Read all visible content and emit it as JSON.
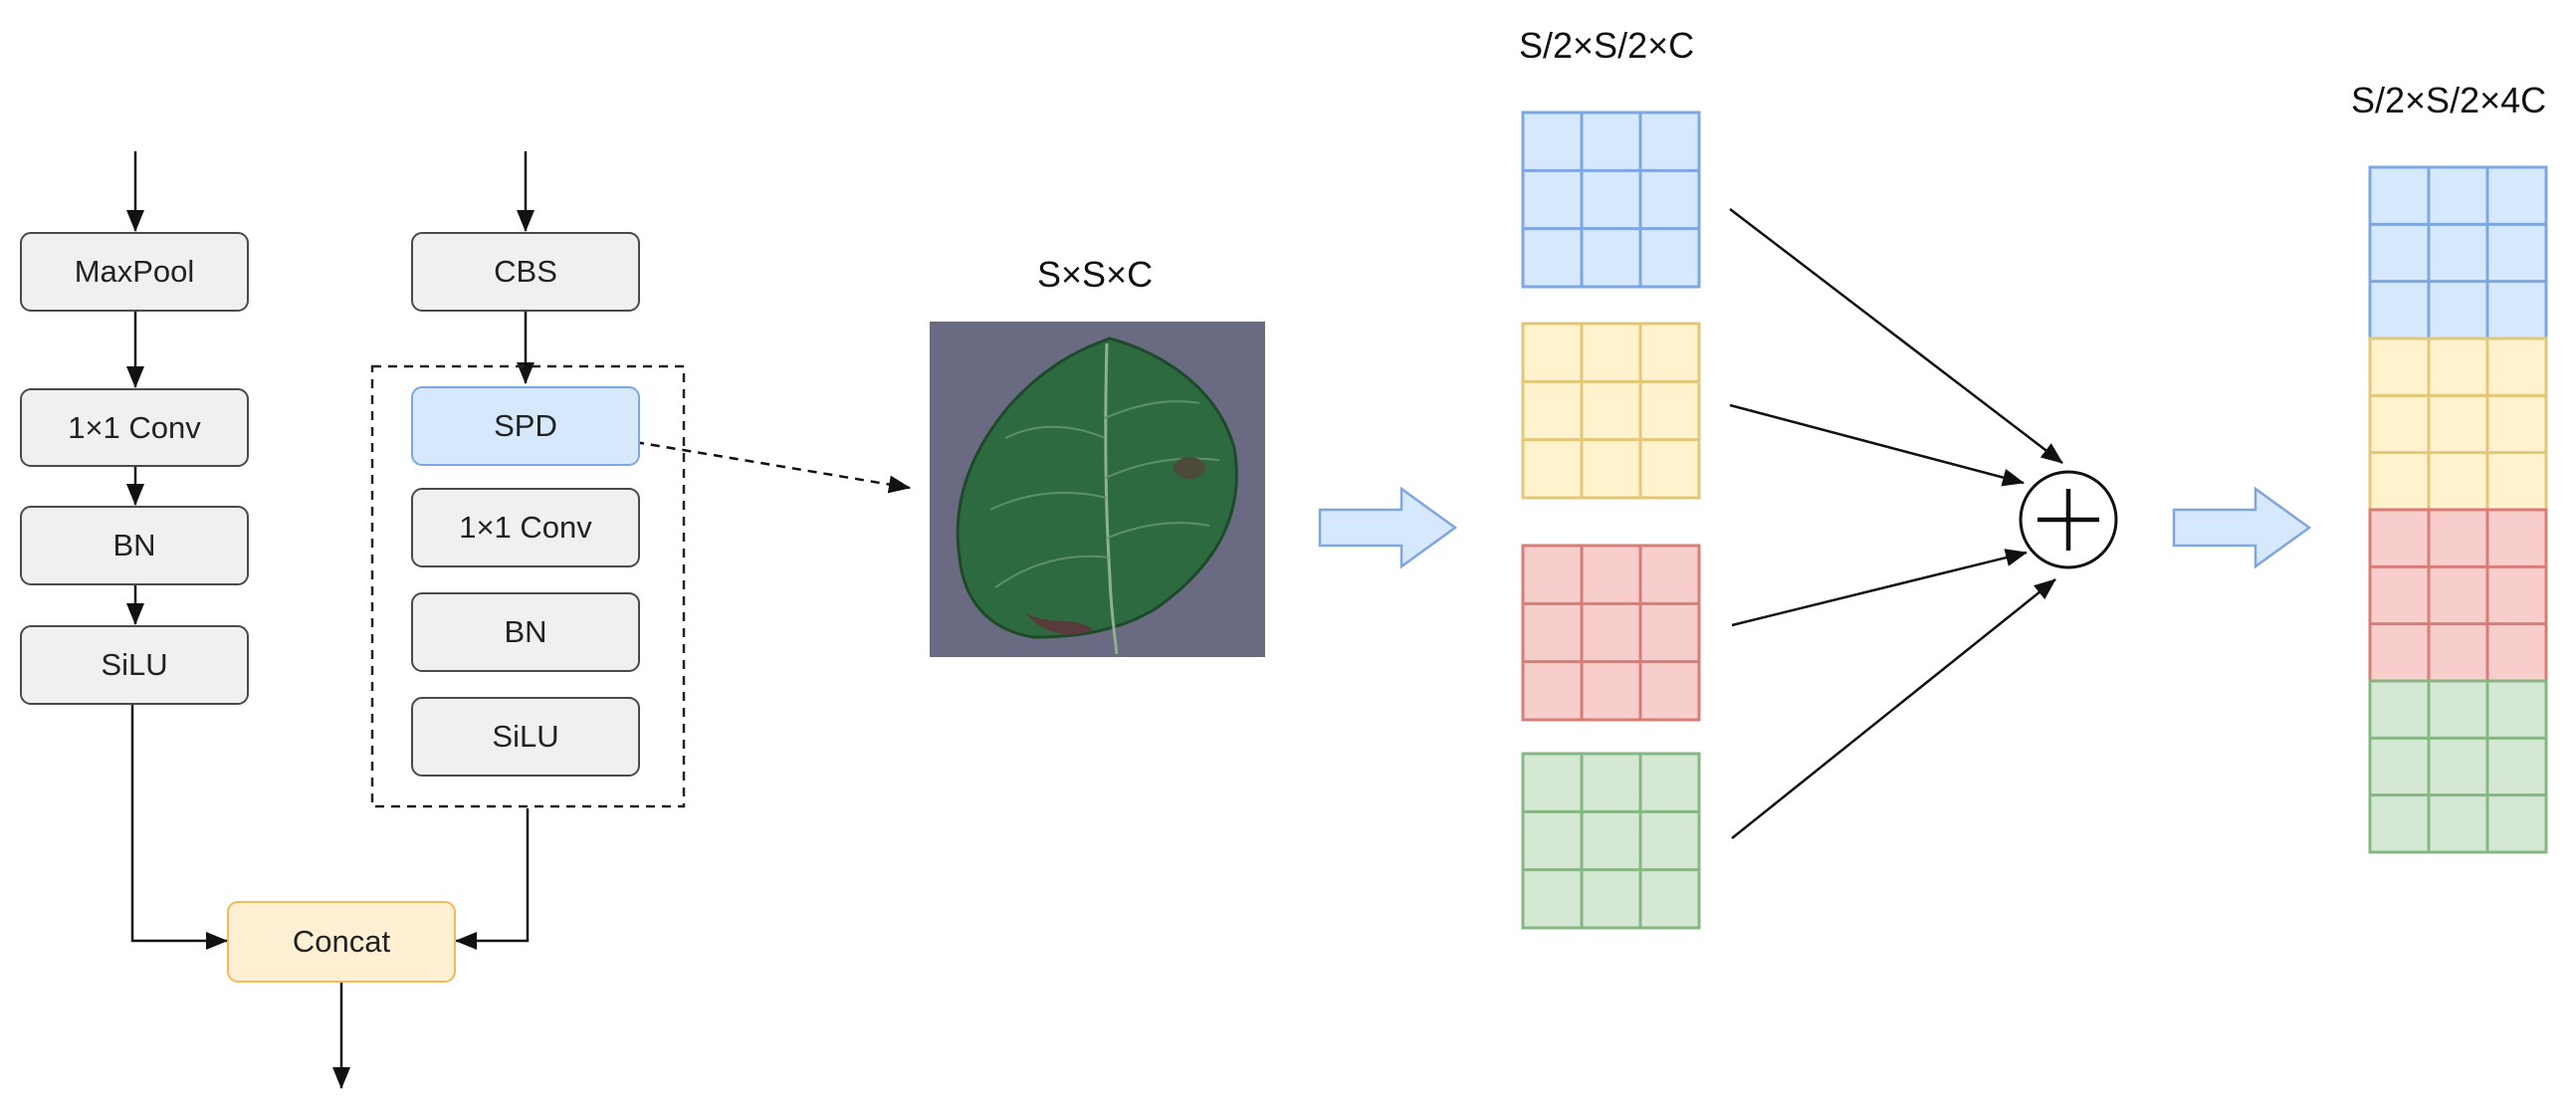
{
  "left_branch": {
    "blocks": [
      "MaxPool",
      "1×1 Conv",
      "BN",
      "SiLU"
    ]
  },
  "right_branch": {
    "top_block": "CBS",
    "spd_blocks": [
      "SPD",
      "1×1 Conv",
      "BN",
      "SiLU"
    ]
  },
  "concat_label": "Concat",
  "image_label": "S×S×C",
  "split_label": "S/2×S/2×C",
  "merged_label": "S/2×S/2×4C",
  "operator_icon": "plus-circle-icon",
  "arrow_icon": "block-arrow-right-icon",
  "colors": {
    "blue_fill": "#d6e8fb",
    "blue_line": "#7ea6e0",
    "yellow_fill": "#fff2cc",
    "yellow_line": "#e3c779",
    "red_fill": "#f8cecc",
    "red_line": "#d77c78",
    "green_fill": "#d5e8d4",
    "green_line": "#86b683",
    "block_fill": "#f0f0f0",
    "concat_fill": "#fff0d4",
    "concat_line": "#f2ba59"
  }
}
